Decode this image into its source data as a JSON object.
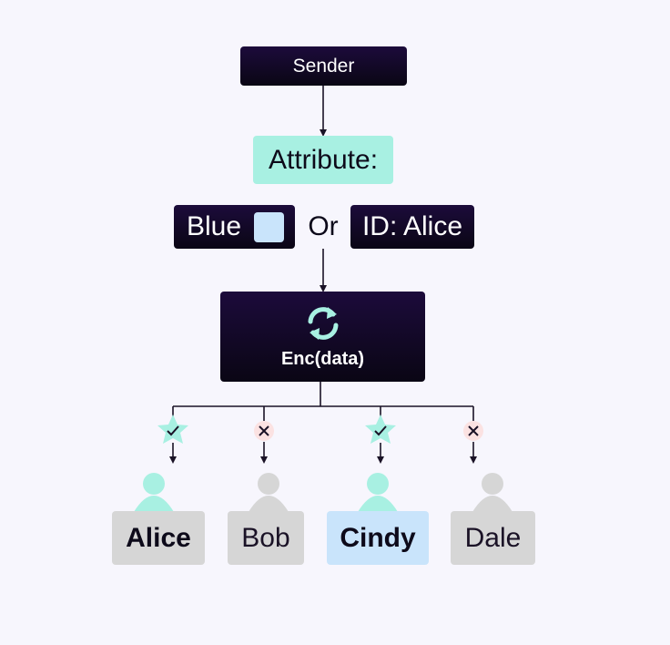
{
  "sender": {
    "label": "Sender"
  },
  "attribute": {
    "label": "Attribute:"
  },
  "policy": {
    "left_label": "Blue",
    "or_label": "Or",
    "right_label": "ID: Alice"
  },
  "encryption": {
    "label": "Enc(data)",
    "icon": "refresh-icon"
  },
  "recipients": [
    {
      "name": "Alice",
      "access": "granted",
      "status_icon": "check-icon"
    },
    {
      "name": "Bob",
      "access": "denied",
      "status_icon": "cross-icon"
    },
    {
      "name": "Cindy",
      "access": "granted",
      "status_icon": "check-icon"
    },
    {
      "name": "Dale",
      "access": "denied",
      "status_icon": "cross-icon"
    }
  ],
  "colors": {
    "dark": "#0d0a1a",
    "mint": "#a8f0e2",
    "light_blue": "#c9e4fb",
    "gray": "#d6d6d6",
    "deny_pink": "#fbe2e2",
    "background": "#f7f6fd"
  }
}
